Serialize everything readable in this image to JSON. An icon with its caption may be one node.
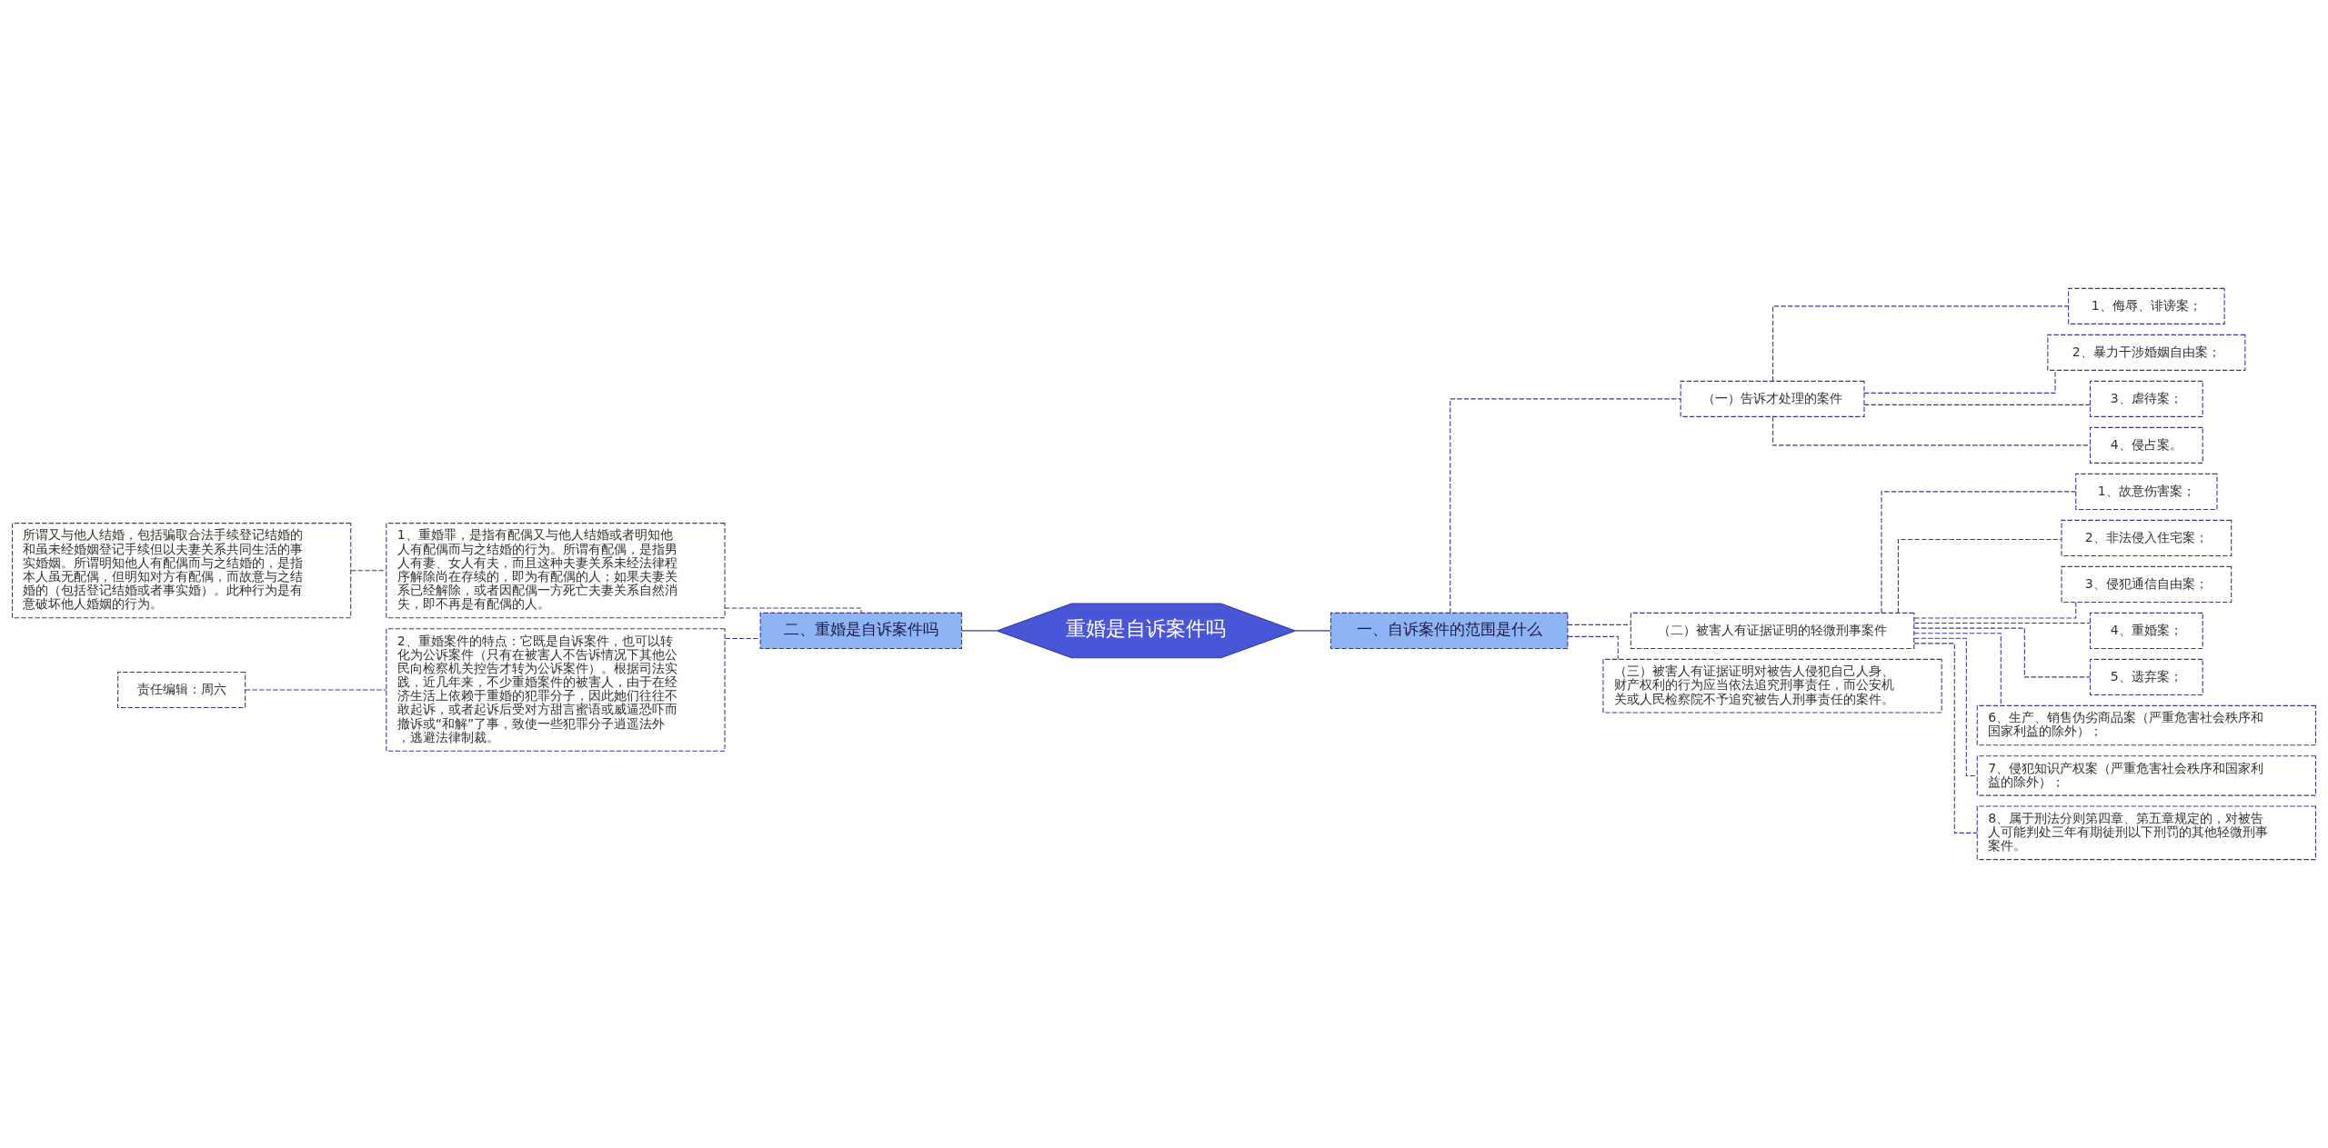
{
  "diagram": {
    "nodes": [
      {
        "text": [
          "重婚是自诉案件吗"
        ]
      },
      {
        "text": [
          "一、自诉案件的范围是什么"
        ]
      },
      {
        "text": [
          "（一）告诉才处理的案件"
        ]
      },
      {
        "text": [
          "1、侮辱、诽谤案；"
        ]
      },
      {
        "text": [
          "2、暴力干涉婚姻自由案；"
        ]
      },
      {
        "text": [
          "3、虐待案；"
        ]
      },
      {
        "text": [
          "4、侵占案。"
        ]
      },
      {
        "text": [
          "（二）被害人有证据证明的轻微刑事案件"
        ]
      },
      {
        "text": [
          "1、故意伤害案；"
        ]
      },
      {
        "text": [
          "2、非法侵入住宅案；"
        ]
      },
      {
        "text": [
          "3、侵犯通信自由案；"
        ]
      },
      {
        "text": [
          "4、重婚案；"
        ]
      },
      {
        "text": [
          "5、遗弃案；"
        ]
      },
      {
        "text": [
          "6、生产、销售伪劣商品案（严重危害社会秩序和国家利益的除外）；"
        ]
      },
      {
        "text": [
          "7、侵犯知识产权案（严重危害社会秩序和国家利益的除外）；"
        ]
      },
      {
        "text": [
          "8、属于刑法分则第四章、第五章规定的，对被告人可能判处三年有期徒刑以下刑罚的其他轻微刑事案件。"
        ]
      },
      {
        "text": [
          "（三）被害人有证据证明对被告人侵犯自己人身、财产权利的行为应当依法追究刑事责任，而公安机关或人民检察院不予追究被告人刑事责任的案件。"
        ]
      },
      {
        "text": [
          "二、重婚是自诉案件吗"
        ]
      },
      {
        "text": [
          "1、重婚罪，是指有配偶又与他人结婚或者明知他人有配偶而与之结婚的行为。所谓有配偶，是指男人有妻、女人有夫，而且这种夫妻关系未经法律程序解除尚在存续的，即为有配偶的人；如果夫妻关系已经解除，或者因配偶一方死亡夫妻关系自然消失，即不再是有配偶的人。"
        ]
      },
      {
        "text": [
          "所谓又与他人结婚，包括骗取合法手续登记结婚的和虽未经婚姻登记手续但以夫妻关系共同生活的事实婚姻。所谓明知他人有配偶而与之结婚的，是指本人虽无配偶，但明知对方有配偶，而故意与之结婚的（包括登记结婚或者事实婚）。此种行为是有意破坏他人婚姻的行为。"
        ]
      },
      {
        "text": [
          "2、重婚案件的特点：它既是自诉案件，也可以转化为公诉案件（只有在被害人不告诉情况下其他公民向检察机关控告才转为公诉案件）。根据司法实践，近几年来，不少重婚案件的被害人，由于在经济生活上依赖于重婚的犯罪分子，因此她们往往不敢起诉，或者起诉后受对方甜言蜜语或威逼恐吓而撤诉或“和解”了事，致使一些犯罪分子逍遥法外，逃避法律制裁。"
        ]
      },
      {
        "text": [
          "责任编辑：周六"
        ]
      }
    ],
    "edges": [
      {
        "from": 0,
        "to": 1,
        "arrow": "none"
      },
      {
        "from": 1,
        "to": 2,
        "arrow": "none",
        "style": "dashed"
      },
      {
        "from": 2,
        "to": 3,
        "arrow": "none",
        "style": "dashed"
      },
      {
        "from": 2,
        "to": 4,
        "arrow": "none",
        "style": "dashed"
      },
      {
        "from": 2,
        "to": 5,
        "arrow": "none",
        "style": "dashed"
      },
      {
        "from": 2,
        "to": 6,
        "arrow": "none",
        "style": "dashed"
      },
      {
        "from": 1,
        "to": 7,
        "arrow": "none",
        "style": "dashed"
      },
      {
        "from": 7,
        "to": 8,
        "arrow": "none",
        "style": "dashed"
      },
      {
        "from": 7,
        "to": 9,
        "arrow": "none",
        "style": "dashed"
      },
      {
        "from": 7,
        "to": 10,
        "arrow": "none",
        "style": "dashed"
      },
      {
        "from": 7,
        "to": 11,
        "arrow": "none",
        "style": "dashed"
      },
      {
        "from": 7,
        "to": 12,
        "arrow": "none",
        "style": "dashed"
      },
      {
        "from": 7,
        "to": 13,
        "arrow": "none",
        "style": "dashed"
      },
      {
        "from": 7,
        "to": 14,
        "arrow": "none",
        "style": "dashed"
      },
      {
        "from": 7,
        "to": 15,
        "arrow": "none",
        "style": "dashed"
      },
      {
        "from": 1,
        "to": 16,
        "arrow": "none",
        "style": "dashed"
      },
      {
        "from": 0,
        "to": 17,
        "arrow": "none"
      },
      {
        "from": 17,
        "to": 18,
        "arrow": "none",
        "style": "dashed"
      },
      {
        "from": 18,
        "to": 19,
        "arrow": "none",
        "style": "dashed"
      },
      {
        "from": 17,
        "to": 20,
        "arrow": "none",
        "style": "dashed"
      },
      {
        "from": 20,
        "to": 21,
        "arrow": "none",
        "style": "dashed"
      }
    ]
  }
}
